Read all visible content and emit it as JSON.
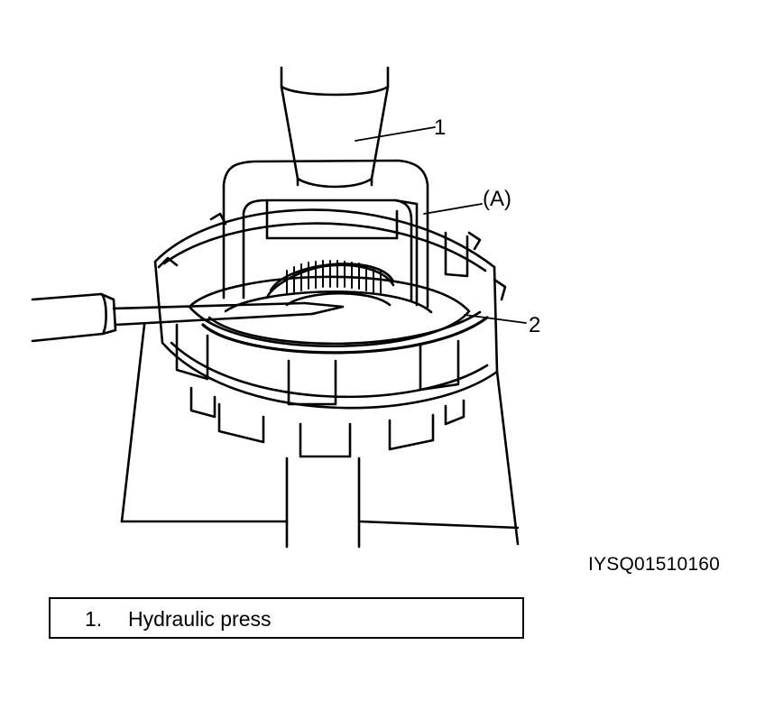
{
  "callouts": {
    "part_1": "1",
    "part_A": "(A)",
    "part_2": "2"
  },
  "figure_id": "IYSQ01510160",
  "legend": {
    "items": [
      {
        "number": "1.",
        "label": "Hydraulic press"
      }
    ]
  },
  "colors": {
    "ink": "#000000",
    "paper": "#ffffff"
  }
}
